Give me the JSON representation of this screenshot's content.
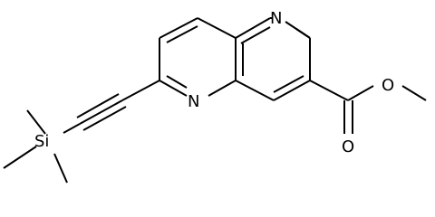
{
  "molecule": {
    "name": "",
    "atoms": {
      "n1": "N",
      "n2": "N",
      "si": "Si",
      "o_carbonyl": "O",
      "o_ester": "O"
    },
    "colors": {
      "bond": "#000000",
      "label": "#000000",
      "background": "#ffffff"
    }
  }
}
